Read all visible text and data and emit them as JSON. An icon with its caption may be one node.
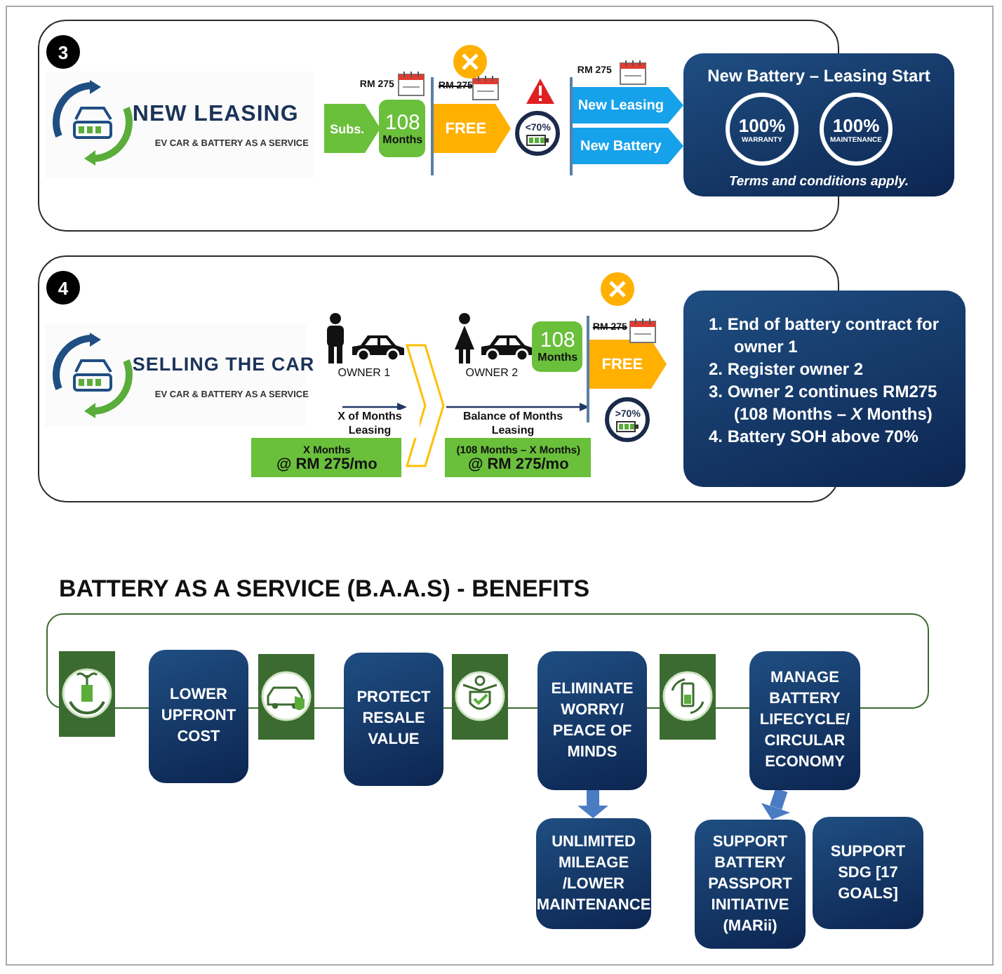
{
  "diagram": {
    "title": "BATTERY AS A SERVICE (B.A.A.S) - BENEFITS",
    "nodes": [
      {
        "text": [
          "3"
        ]
      },
      {
        "text": [
          "NEW LEASING",
          "EV CAR & BATTERY AS A SERVICE"
        ],
        "in": 0
      },
      {
        "text": [
          "Subs."
        ],
        "in": 0
      },
      {
        "text": [
          "108",
          "Months"
        ],
        "in": 0,
        "beside": [
          "RM 275"
        ]
      },
      {
        "text": [
          "FREE"
        ],
        "in": 0,
        "beside": [
          "RM 275"
        ]
      },
      {
        "text": [
          "<70%"
        ],
        "in": 0
      },
      {
        "text": [
          "New Leasing"
        ],
        "in": 0,
        "beside": [
          "RM 275"
        ]
      },
      {
        "text": [
          "New Battery"
        ],
        "in": 0
      },
      {
        "text": [
          "New Battery – Leasing Start",
          "Terms and conditions apply."
        ]
      },
      {
        "text": [
          "100%",
          "WARRANTY"
        ]
      },
      {
        "text": [
          "100%",
          "MAINTENANCE"
        ],
        "in": 8
      },
      {
        "text": [
          "4"
        ]
      },
      {
        "text": [
          "SELLING THE CAR",
          "EV CAR & BATTERY AS A SERVICE"
        ],
        "in": 11
      },
      {
        "text": [
          "OWNER 1"
        ],
        "in": 11
      },
      {
        "text": [],
        "shape": "chevron",
        "in": 11
      },
      {
        "text": [
          "OWNER 2"
        ],
        "in": 11
      },
      {
        "text": [
          "X Months",
          "@ RM 275/mo"
        ],
        "in": 11
      },
      {
        "text": [
          "(108 Months – X Months)",
          "@ RM 275/mo"
        ],
        "in": 11
      },
      {
        "text": [
          "108",
          "Months"
        ],
        "in": 11
      },
      {
        "text": [
          "FREE"
        ],
        "in": 11,
        "beside": [
          "RM 275"
        ]
      },
      {
        "text": [
          ">70%"
        ],
        "in": 11
      },
      {
        "text": [
          "1. End of battery contract for owner 1",
          "2. Register owner 2",
          "3. Owner 2 continues RM275 (108 Months – *X* Months)",
          "4. Battery SOH above 70%"
        ]
      },
      {
        "text": [],
        "shape": "box"
      },
      {
        "text": [
          "LOWER UPFRONT COST"
        ]
      },
      {
        "text": [
          "PROTECT RESALE VALUE"
        ]
      },
      {
        "text": [
          "ELIMINATE WORRY/ PEACE OF MINDS"
        ]
      },
      {
        "text": [
          "MANAGE BATTERY LIFECYCLE/ CIRCULAR ECONOMY"
        ]
      },
      {
        "text": [
          "UNLIMITED MILEAGE /LOWER MAINTENANCE"
        ]
      },
      {
        "text": [
          "SUPPORT BATTERY PASSPORT INITIATIVE (MARii)"
        ]
      },
      {
        "text": [
          "SUPPORT SDG [17 GOALS]"
        ]
      }
    ],
    "edges": [
      {
        "from": null,
        "to": 14,
        "arrow": "to",
        "label": "X of Months Leasing"
      },
      {
        "from": 14,
        "to": 19,
        "arrow": "to",
        "label": "Balance of Months Leasing"
      },
      {
        "from": 25,
        "to": 27,
        "arrow": "to",
        "style": "thick",
        "color": "#4a7cc4"
      },
      {
        "from": 26,
        "to": 28,
        "arrow": "to",
        "style": "thick",
        "color": "#4a7cc4"
      }
    ]
  }
}
